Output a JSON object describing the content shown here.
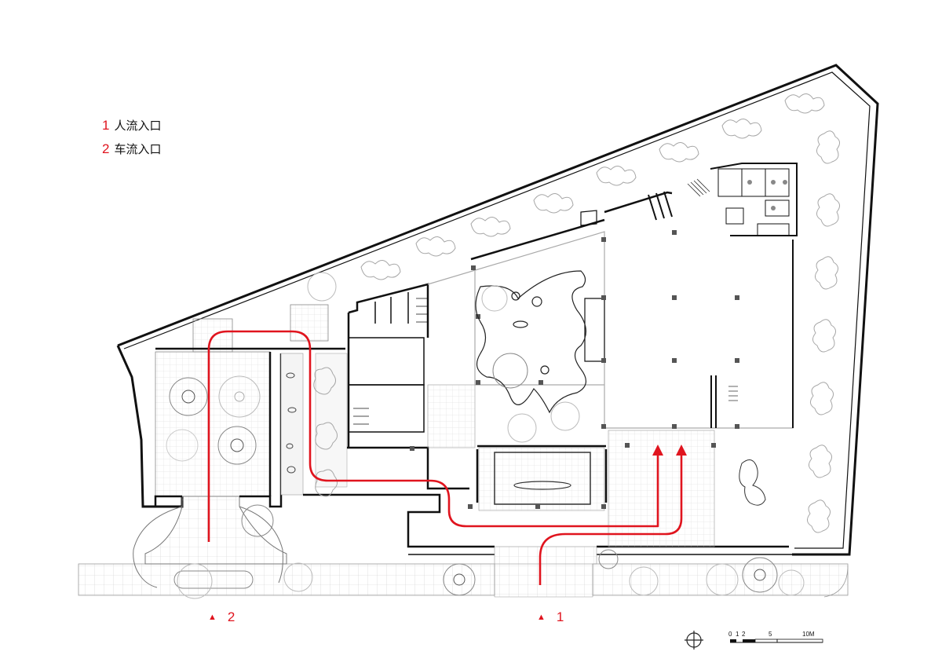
{
  "legend": [
    {
      "num": "1",
      "label": "人流入口"
    },
    {
      "num": "2",
      "label": "车流入口"
    }
  ],
  "entrances": [
    {
      "marker": "▲",
      "num": "2"
    },
    {
      "marker": "▲",
      "num": "1"
    }
  ],
  "scale_bar": {
    "ticks": [
      "0",
      "1",
      "2",
      "5",
      "10M"
    ]
  },
  "compass": {
    "icon": "north-arrow-icon"
  },
  "colors": {
    "accent": "#e0141e",
    "wall": "#111111",
    "grid": "#c9c9c9",
    "vegetation": "#9a9a9a"
  }
}
